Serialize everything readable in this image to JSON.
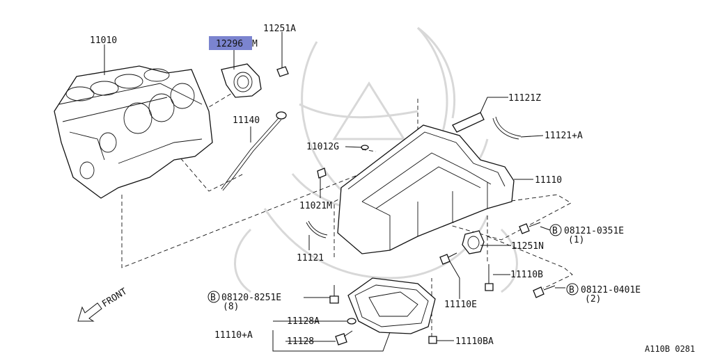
{
  "diagram": {
    "parts": {
      "p11010": "11010",
      "p12296": "12296",
      "p12296_suffix": "M",
      "p11251A": "11251A",
      "p11140": "11140",
      "p11012G": "11012G",
      "p11021M": "11021M",
      "p11121": "11121",
      "p11121Z": "11121Z",
      "p11121A": "11121+A",
      "p11110": "11110",
      "p08121_0351E": "08121-0351E",
      "p08121_0351E_qty": "(1)",
      "p11251N": "11251N",
      "p11110B": "11110B",
      "p08121_0401E": "08121-0401E",
      "p08121_0401E_qty": "(2)",
      "p08120_8251E": "08120-8251E",
      "p08120_8251E_qty": "(8)",
      "p11110E": "11110E",
      "p11128A": "11128A",
      "p11110A": "11110+A",
      "p11128": "11128",
      "p11110BA": "11110BA"
    },
    "bolt_marker": "B",
    "front_label": "FRONT",
    "ref_code": "A110B 0281",
    "highlight_color": "#7b84cf"
  }
}
